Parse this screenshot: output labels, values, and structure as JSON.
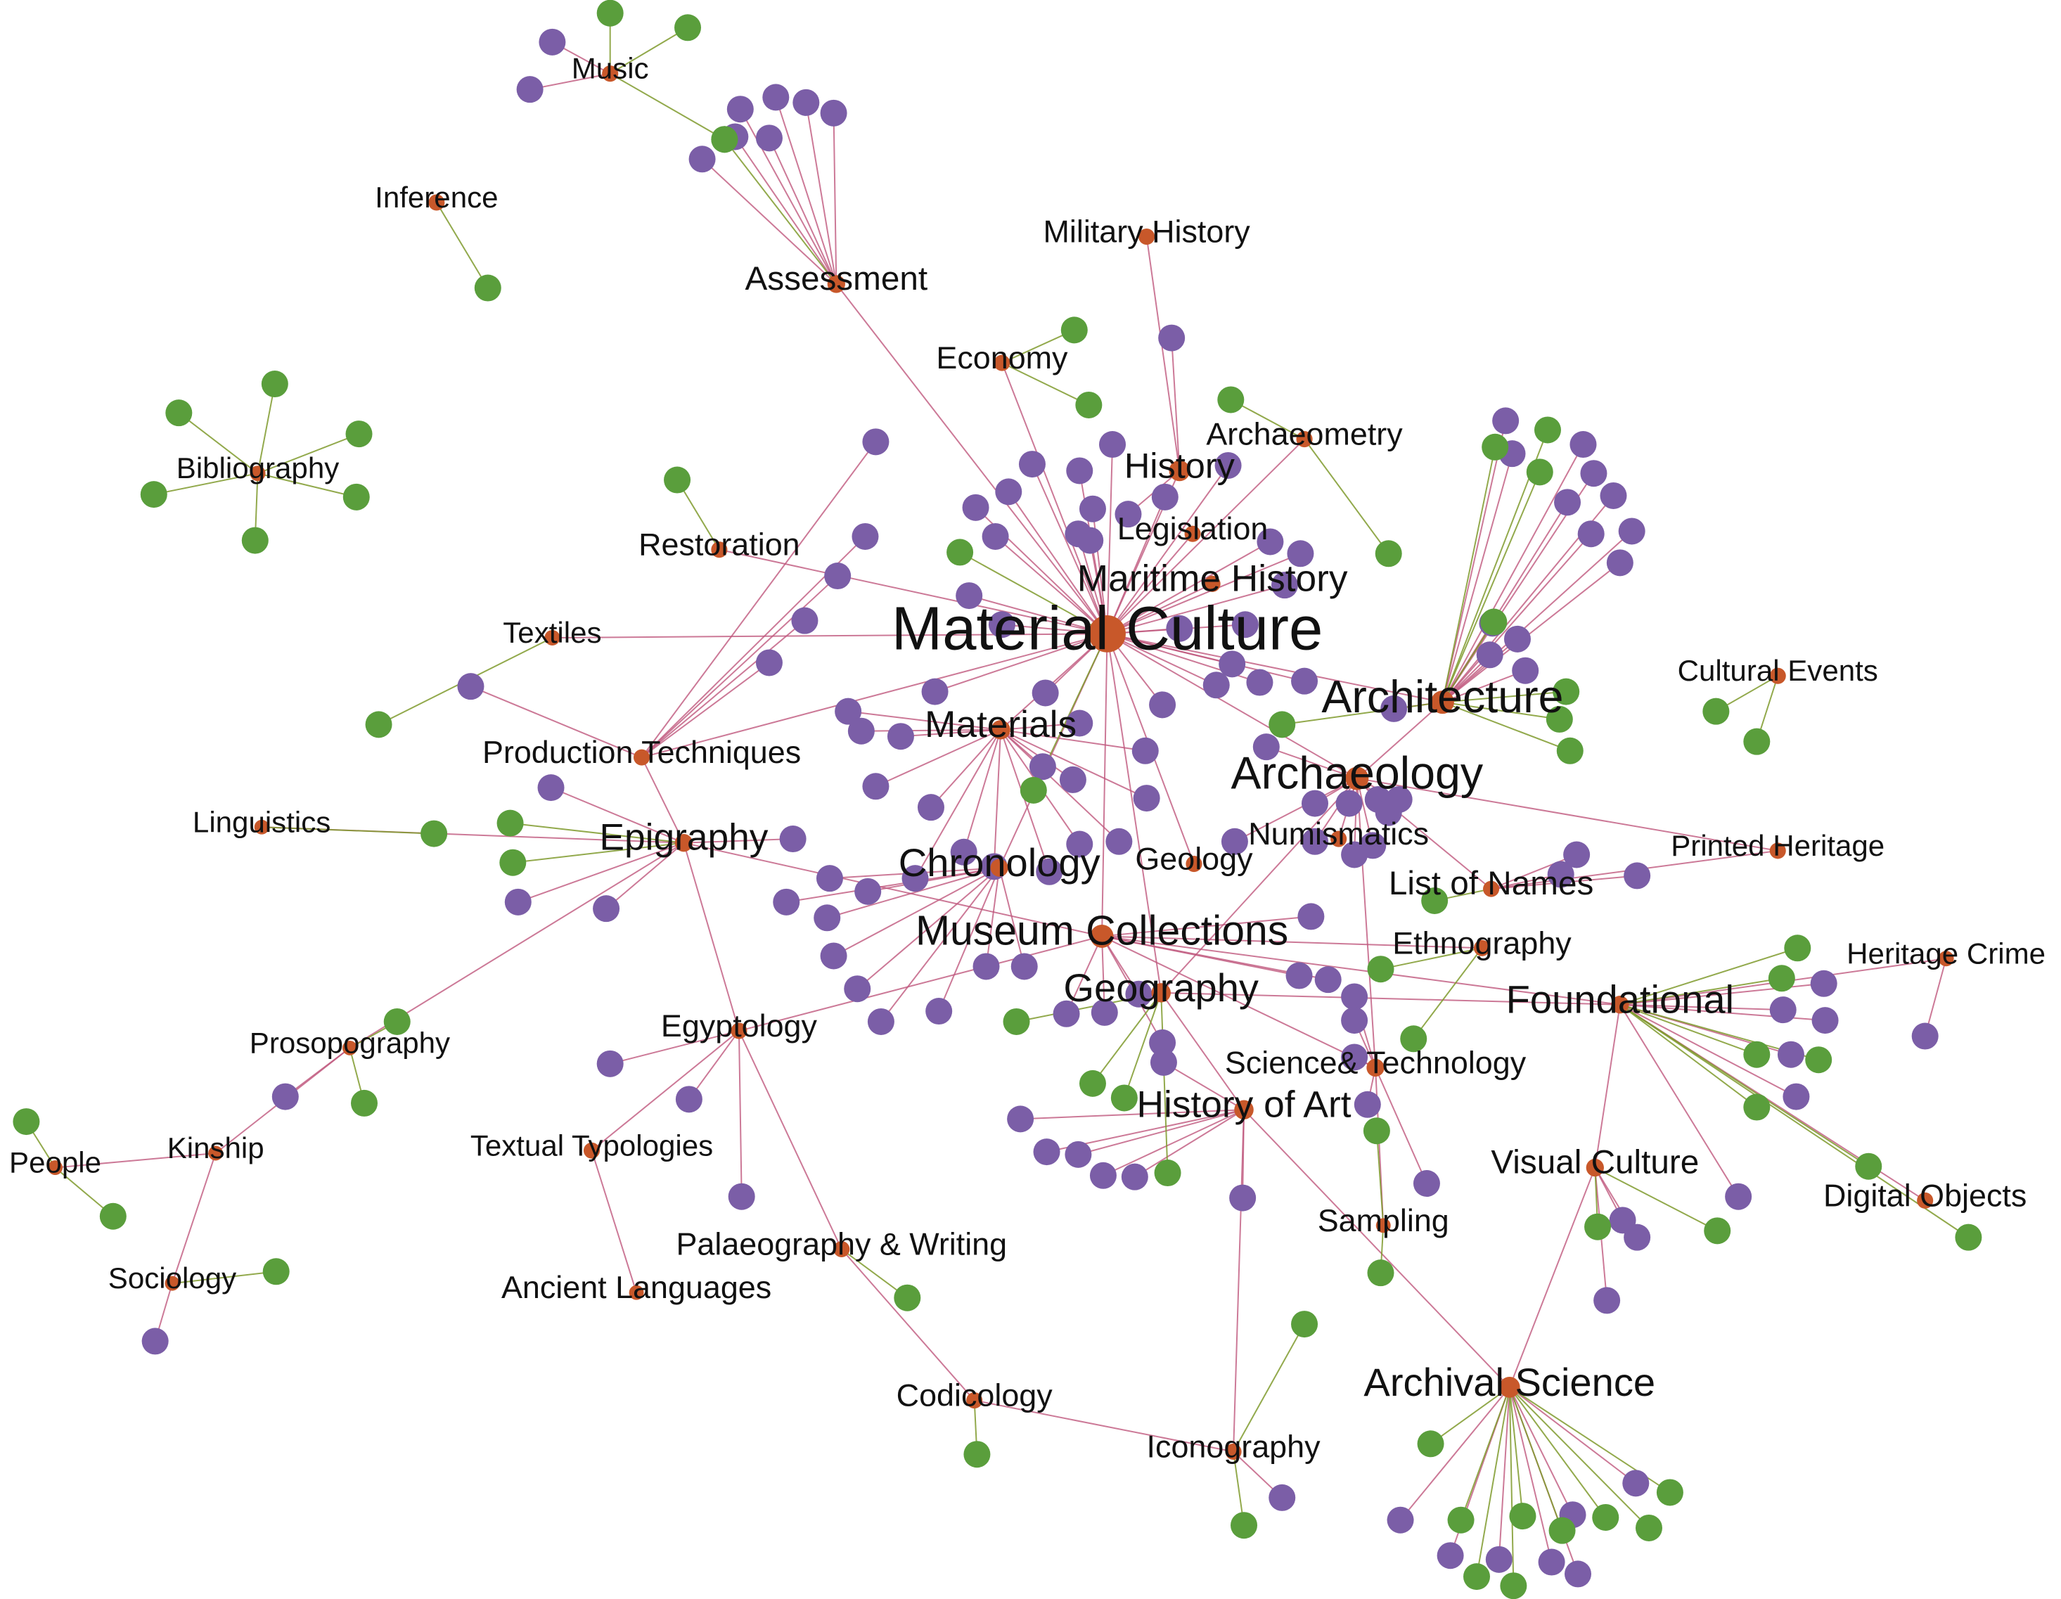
{
  "colors": {
    "topic_node": "#c8582a",
    "purple_node": "#7b5ea7",
    "green_node": "#5a9e3c",
    "purple_edge": "#c0587e",
    "green_edge": "#7f9b2d"
  },
  "topics": [
    {
      "id": "music",
      "label": "Music"
    },
    {
      "id": "inference",
      "label": "Inference"
    },
    {
      "id": "assessment",
      "label": "Assessment"
    },
    {
      "id": "military",
      "label": "Military History"
    },
    {
      "id": "economy",
      "label": "Economy"
    },
    {
      "id": "bibliography",
      "label": "Bibliography"
    },
    {
      "id": "archaeometry",
      "label": "Archaeometry"
    },
    {
      "id": "history",
      "label": "History"
    },
    {
      "id": "restoration",
      "label": "Restoration"
    },
    {
      "id": "legislation",
      "label": "Legislation"
    },
    {
      "id": "maritime",
      "label": "Maritime History"
    },
    {
      "id": "textiles",
      "label": "Textiles"
    },
    {
      "id": "material",
      "label": "Material Culture"
    },
    {
      "id": "architecture",
      "label": "Architecture"
    },
    {
      "id": "cultural_events",
      "label": "Cultural Events"
    },
    {
      "id": "materials",
      "label": "Materials"
    },
    {
      "id": "production",
      "label": "Production Techniques"
    },
    {
      "id": "archaeology",
      "label": "Archaeology"
    },
    {
      "id": "linguistics",
      "label": "Linguistics"
    },
    {
      "id": "epigraphy",
      "label": "Epigraphy"
    },
    {
      "id": "numismatics",
      "label": "Numismatics"
    },
    {
      "id": "printed",
      "label": "Printed Heritage"
    },
    {
      "id": "chronology",
      "label": "Chronology"
    },
    {
      "id": "geology",
      "label": "Geology"
    },
    {
      "id": "list_names",
      "label": "List of Names"
    },
    {
      "id": "museum",
      "label": "Museum Collections"
    },
    {
      "id": "ethnography",
      "label": "Ethnography"
    },
    {
      "id": "heritage_crime",
      "label": "Heritage Crime"
    },
    {
      "id": "geography",
      "label": "Geography"
    },
    {
      "id": "foundational",
      "label": "Foundational"
    },
    {
      "id": "egyptology",
      "label": "Egyptology"
    },
    {
      "id": "prosopography",
      "label": "Prosopography"
    },
    {
      "id": "science_tech",
      "label": "Science& Technology"
    },
    {
      "id": "history_art",
      "label": "History of Art"
    },
    {
      "id": "textual",
      "label": "Textual Typologies"
    },
    {
      "id": "kinship",
      "label": "Kinship"
    },
    {
      "id": "people",
      "label": "People"
    },
    {
      "id": "visual",
      "label": "Visual Culture"
    },
    {
      "id": "digital",
      "label": "Digital Objects"
    },
    {
      "id": "sampling",
      "label": "Sampling"
    },
    {
      "id": "palaeography",
      "label": "Palaeography & Writing"
    },
    {
      "id": "sociology",
      "label": "Sociology"
    },
    {
      "id": "ancient",
      "label": "Ancient Languages"
    },
    {
      "id": "archival",
      "label": "Archival Science"
    },
    {
      "id": "codicology",
      "label": "Codicology"
    },
    {
      "id": "iconography",
      "label": "Iconography"
    }
  ]
}
